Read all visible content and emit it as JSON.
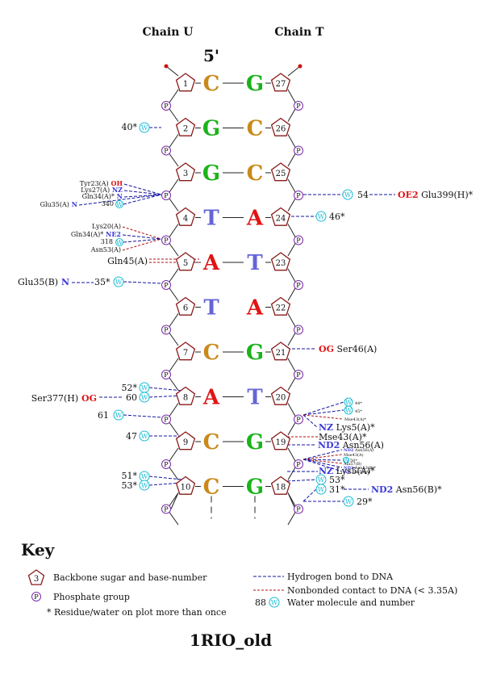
{
  "headers": {
    "chain_left": "Chain U",
    "chain_right": "Chain T",
    "five_prime": "5'"
  },
  "phosphate_symbol": "P",
  "water_symbol": "W",
  "colors": {
    "C": "#c98a1a",
    "G": "#1ab31a",
    "T": "#6464d8",
    "A": "#e01414",
    "sugar": "#8a1a1a",
    "phosphate": "#7a2aa8",
    "water": "#18bcd6",
    "hbond": "#1414a0",
    "nonbonded": "#b01010",
    "atom_blue": "#3a3ad8",
    "atom_red": "#e01414"
  },
  "base_pairs": [
    {
      "left_num": "1",
      "left_base": "C",
      "right_base": "G",
      "right_num": "27"
    },
    {
      "left_num": "2",
      "left_base": "G",
      "right_base": "C",
      "right_num": "26"
    },
    {
      "left_num": "3",
      "left_base": "G",
      "right_base": "C",
      "right_num": "25"
    },
    {
      "left_num": "4",
      "left_base": "T",
      "right_base": "A",
      "right_num": "24"
    },
    {
      "left_num": "5",
      "left_base": "A",
      "right_base": "T",
      "right_num": "23"
    },
    {
      "left_num": "6",
      "left_base": "T",
      "right_base": "A",
      "right_num": "22"
    },
    {
      "left_num": "7",
      "left_base": "C",
      "right_base": "G",
      "right_num": "21"
    },
    {
      "left_num": "8",
      "left_base": "A",
      "right_base": "T",
      "right_num": "20"
    },
    {
      "left_num": "9",
      "left_base": "C",
      "right_base": "G",
      "right_num": "19"
    },
    {
      "left_num": "10",
      "left_base": "C",
      "right_base": "G",
      "right_num": "18"
    }
  ],
  "left_labels": {
    "w40": "40*",
    "tyr23": "Tyr23(A)",
    "oh": "OH",
    "lys27": "Lys27(A)",
    "nz": "NZ",
    "gln34s": "Gln34(A)*",
    "n": "N",
    "glu35a": "Glu35(A)",
    "w340": "340",
    "lys20": "Lys20(A)",
    "gln34s2": "Gln34(A)*",
    "ne2": "NE2",
    "w318": "318",
    "asn53": "Asn53(A)",
    "gln45": "Gln45(A)",
    "glu35b": "Glu35(B)",
    "w35": "35*",
    "w52": "52*",
    "ser377": "Ser377(H)",
    "og": "OG",
    "w60": "60",
    "w61": "61",
    "w47": "47",
    "w51": "51*",
    "w53": "53*"
  },
  "right_labels": {
    "w54": "54",
    "oe2": "OE2",
    "glu399": "Glu399(H)*",
    "w46": "46*",
    "og": "OG",
    "ser46": "Ser46(A)",
    "w44": "44*",
    "w45": "45*",
    "mse43s": "Mse43(A)*",
    "nz": "NZ",
    "lys5s": "Lys5(A)*",
    "mse43": "Mse43(A)*",
    "nd2": "ND2",
    "asn56a": "Asn56(A)",
    "t_nd2": "ND2",
    "t_asn56a": "Asn56(A)",
    "t_mse43": "Mse43(A)",
    "t_w50": "50*",
    "t_ala57": "Ala57(B)",
    "t_nd2b": "ND2",
    "t_asn52": "Asn52(B)*",
    "t_nz": "NZ",
    "t_asn59": "Asn59(A)",
    "lys5": "Lys5(A)*",
    "w53": "53*",
    "w31": "31*",
    "nd2b": "ND2",
    "asn56b": "Asn56(B)*",
    "w29": "29*"
  },
  "key": {
    "title": "Key",
    "sugar_sample": "3",
    "sugar_text": "Backbone sugar and base-number",
    "phosphate_text": "Phosphate group",
    "star_note": "* Residue/water on plot more than once",
    "hbond_text": "Hydrogen bond to DNA",
    "nonbonded_text": "Nonbonded contact to DNA (< 3.35A)",
    "water_sample": "88",
    "water_text": "Water molecule and number"
  },
  "footer": "1RIO_old"
}
